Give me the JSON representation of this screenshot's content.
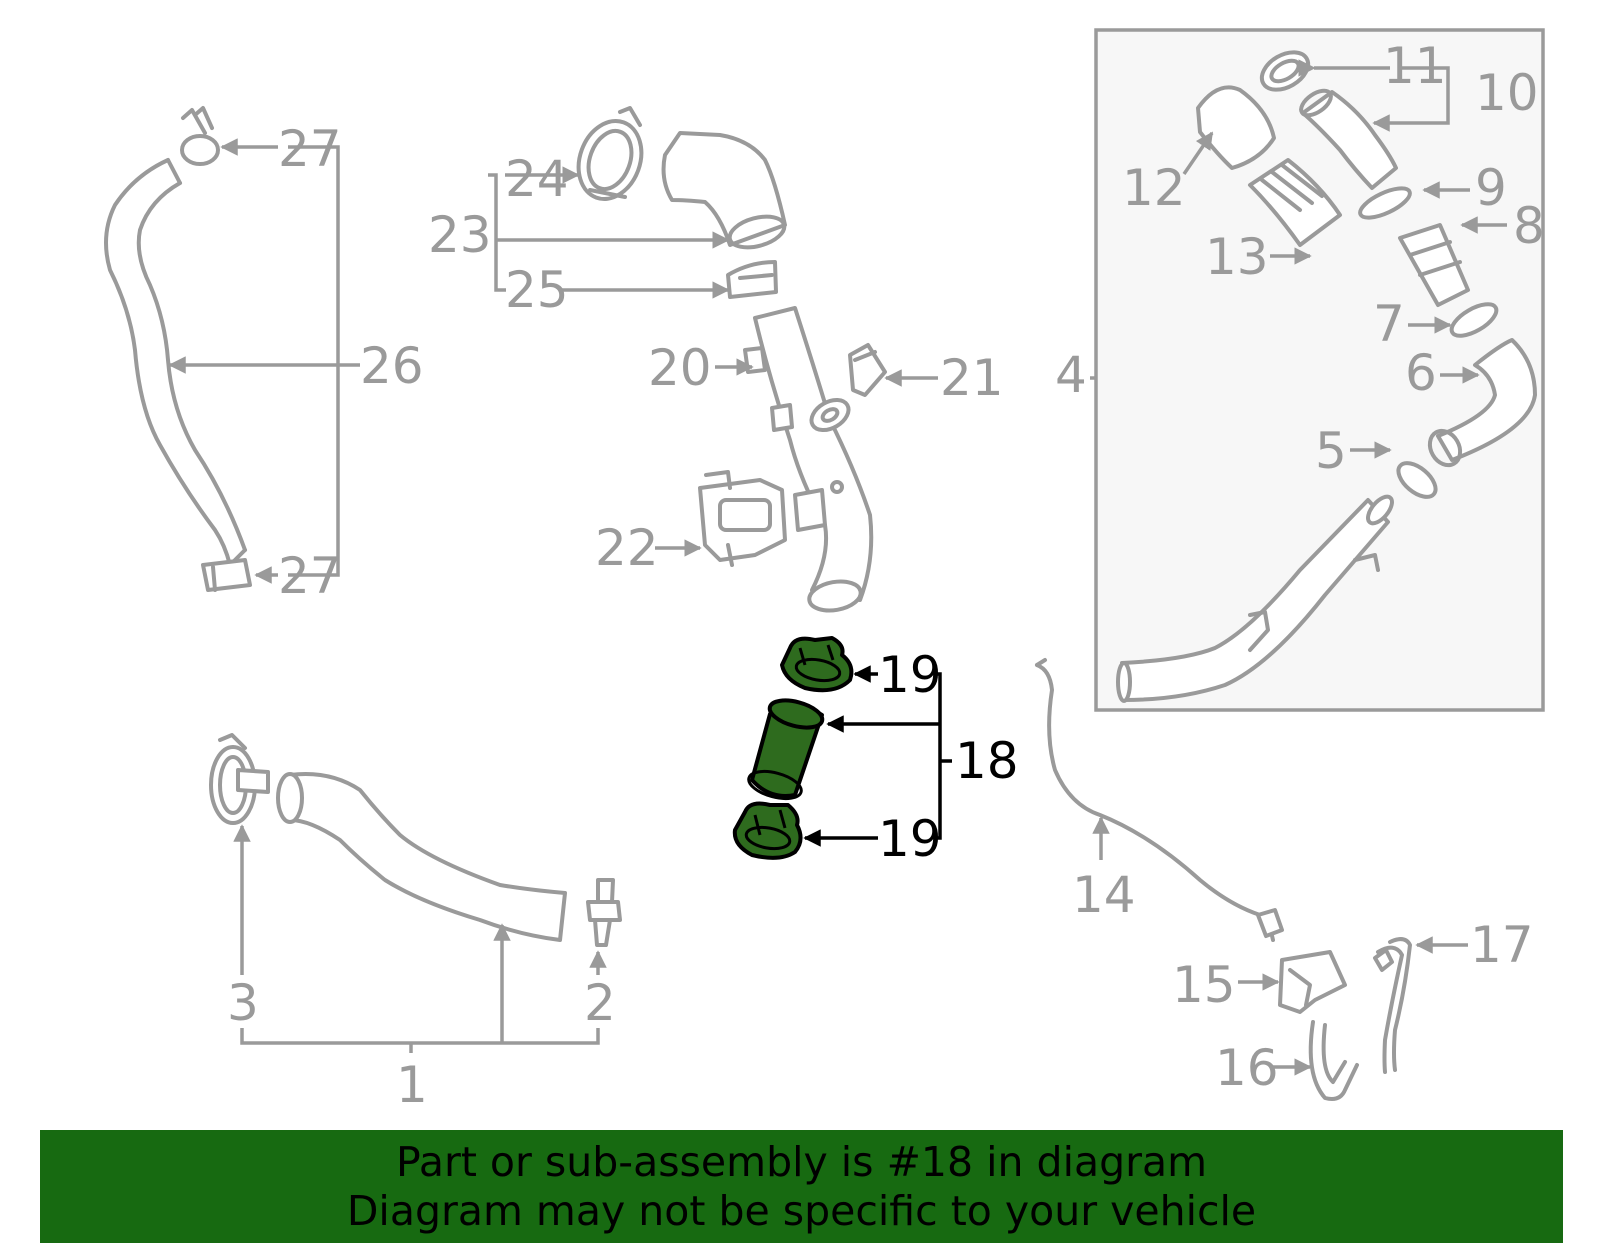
{
  "diagram": {
    "callouts": {
      "c1": "1",
      "c2": "2",
      "c3": "3",
      "c4": "4",
      "c5": "5",
      "c6": "6",
      "c7": "7",
      "c8": "8",
      "c9": "9",
      "c10": "10",
      "c11": "11",
      "c12": "12",
      "c13": "13",
      "c14": "14",
      "c15": "15",
      "c16": "16",
      "c17": "17",
      "c18": "18",
      "c19a": "19",
      "c19b": "19",
      "c20": "20",
      "c21": "21",
      "c22": "22",
      "c23": "23",
      "c24": "24",
      "c25": "25",
      "c26": "26",
      "c27a": "27",
      "c27b": "27"
    },
    "highlighted_part": "18",
    "colors": {
      "part_outline": "#9a9a9a",
      "highlight_fill": "#2e6b1e",
      "banner_background": "#176a11",
      "inset_background": "#f7f7f7"
    }
  },
  "banner": {
    "line1": "Part or sub-assembly is #18 in diagram",
    "line2": "Diagram may not be specific to your vehicle"
  }
}
